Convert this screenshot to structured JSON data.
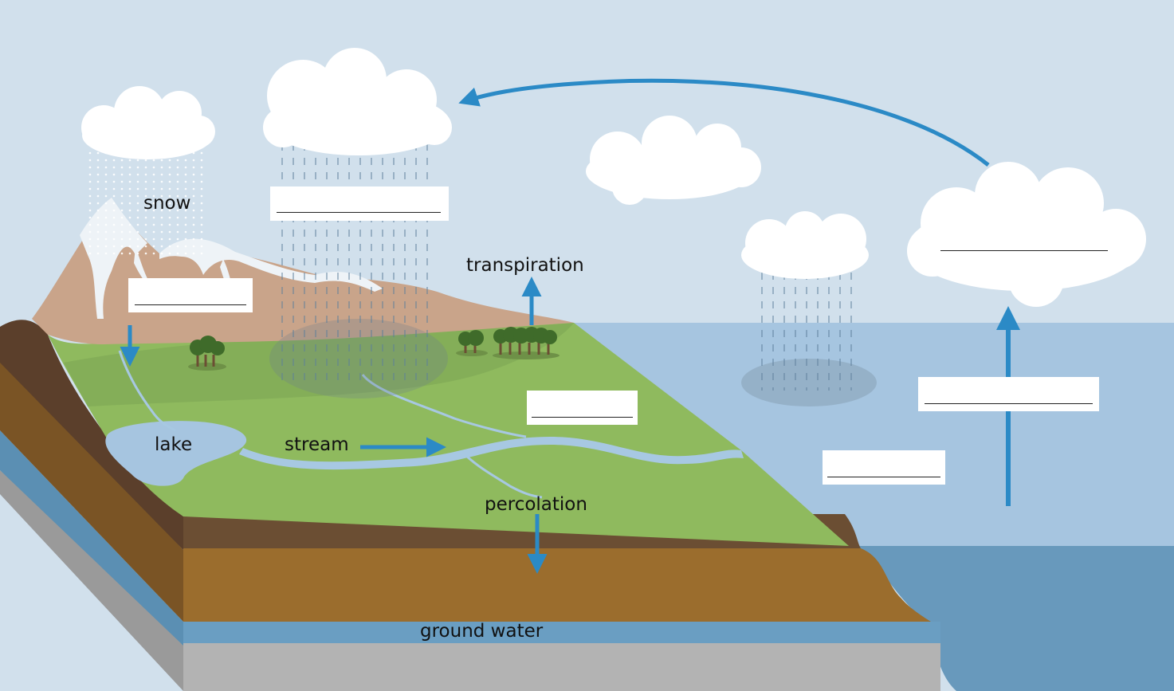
{
  "labels": {
    "snow": "snow",
    "transpiration": "transpiration",
    "lake": "lake",
    "stream": "stream",
    "percolation": "percolation",
    "ground_water": "ground water"
  },
  "answer_blanks": [
    {
      "id": "blank-precipitation",
      "value": ""
    },
    {
      "id": "blank-snowmelt-runoff",
      "value": ""
    },
    {
      "id": "blank-condensation",
      "value": ""
    },
    {
      "id": "blank-surface-runoff",
      "value": ""
    },
    {
      "id": "blank-evaporation",
      "value": ""
    },
    {
      "id": "blank-ocean",
      "value": ""
    }
  ],
  "colors": {
    "sky": "#d1e0ec",
    "ocean_surface": "#a6c5e0",
    "ocean_deep": "#6899bc",
    "grass": "#8fba5e",
    "mountain": "#c9a48a",
    "soil_dark": "#6b4e33",
    "soil": "#9b6d2d",
    "ground_water": "#6a9ec2",
    "bedrock": "#b3b3b3",
    "arrow": "#2b8ac6",
    "stream": "#a7c8e2"
  }
}
